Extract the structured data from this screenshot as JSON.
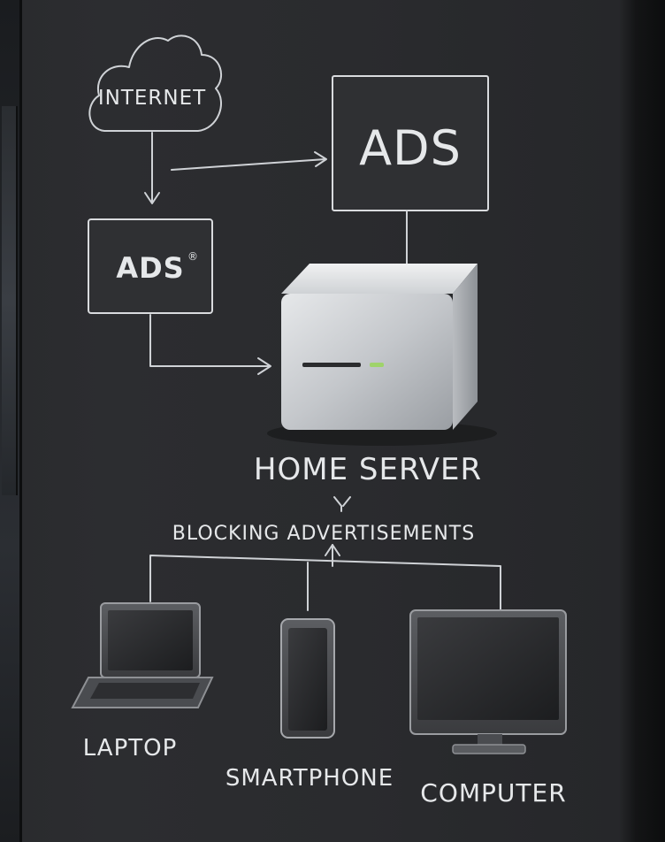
{
  "nodes": {
    "internet": "INTERNET",
    "ads_top": "ADS",
    "ads_small": "ADS",
    "ads_small_mark": "®",
    "home_server": "HOME SERVER",
    "blocking": "BLOCKING ADVERTISEMENTS",
    "laptop": "LAPTOP",
    "smartphone": "SMARTPHONE",
    "computer": "COMPUTER"
  },
  "colors": {
    "board": "#2c2d30",
    "chalk": "#cfd2d6",
    "server_body": "#c4c7cb",
    "status_led": "#9fd36a"
  },
  "icons": [
    "cloud-icon",
    "server-icon",
    "laptop-icon",
    "smartphone-icon",
    "monitor-icon",
    "filter-icon"
  ]
}
